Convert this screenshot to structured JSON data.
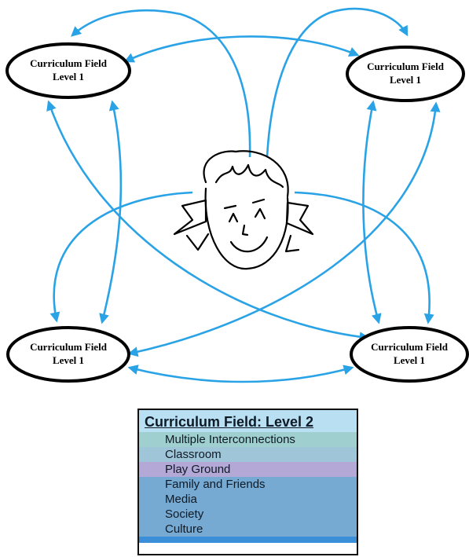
{
  "nodes": [
    {
      "id": "top-left",
      "line1": "Curriculum Field",
      "line2": "Level 1"
    },
    {
      "id": "top-right",
      "line1": "Curriculum Field",
      "line2": "Level 1"
    },
    {
      "id": "bottom-left",
      "line1": "Curriculum Field",
      "line2": "Level 1"
    },
    {
      "id": "bottom-right",
      "line1": "Curriculum Field",
      "line2": "Level 1"
    }
  ],
  "center_icon": "child-face-icon",
  "edge_color": "#2aa3e6",
  "legend": {
    "title": "Curriculum Field: Level 2",
    "items": [
      "Multiple Interconnections",
      "Classroom",
      "Play Ground",
      "Family and Friends",
      "Media",
      "Society",
      "Culture"
    ]
  }
}
